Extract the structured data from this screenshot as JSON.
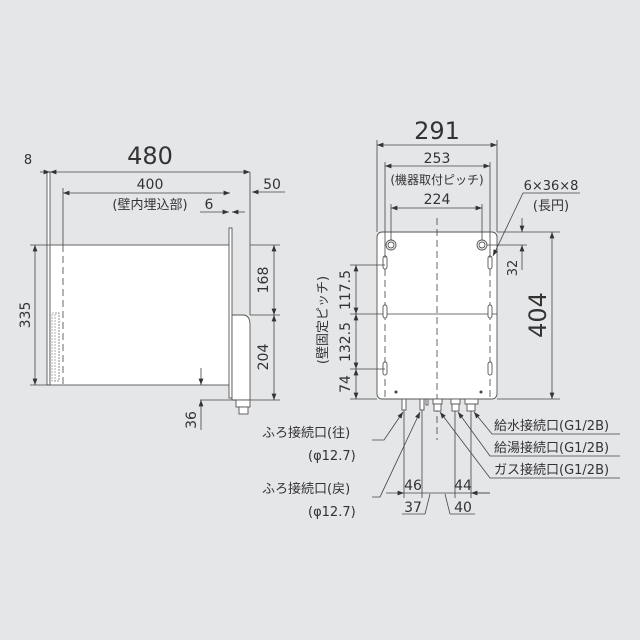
{
  "side_view": {
    "dim_width_total": "480",
    "dim_embed": "400",
    "embed_label": "(壁内埋込部)",
    "dim_6": "6",
    "dim_50": "50",
    "dim_8": "8",
    "dim_height": "335",
    "dim_168": "168",
    "dim_204": "204",
    "dim_36": "36"
  },
  "front_view": {
    "dim_width": "291",
    "dim_mount_pitch": "253",
    "mount_pitch_label": "(機器取付ピッチ)",
    "dim_224": "224",
    "slot_spec": "6×36×8",
    "slot_label": "(長円)",
    "dim_32": "32",
    "dim_height": "404",
    "wall_pitch_label": "(壁固定ピッチ)",
    "pitch_values": [
      "117.5",
      "132.5",
      "74"
    ],
    "bottom_dims": [
      "46",
      "37",
      "44",
      "40"
    ]
  },
  "connections": {
    "bath_out": "ふろ接続口(往)",
    "bath_out_size": "(φ12.7)",
    "bath_return": "ふろ接続口(戻)",
    "bath_return_size": "(φ12.7)",
    "water_in": "給水接続口(G1/2B)",
    "hot_water": "給湯接続口(G1/2B)",
    "gas": "ガス接続口(G1/2B)"
  }
}
